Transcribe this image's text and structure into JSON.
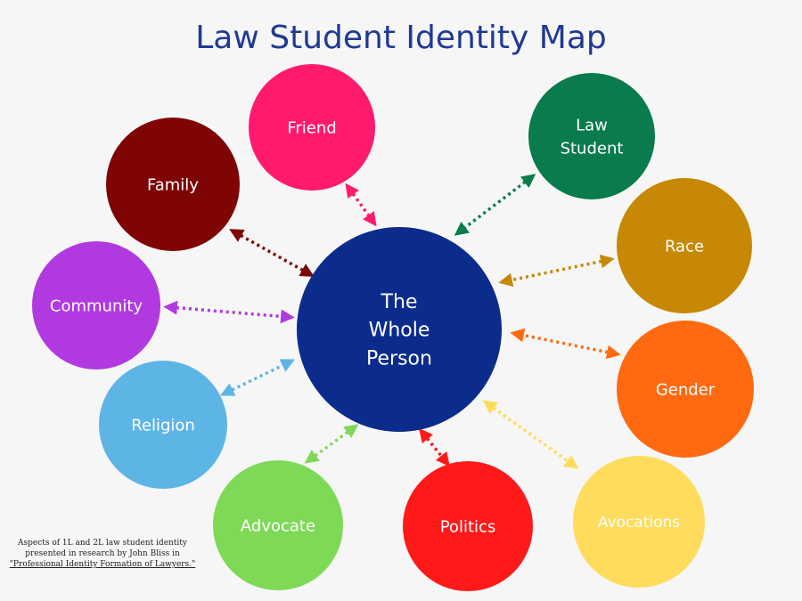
{
  "title": "Law Student Identity Map",
  "center": {
    "lines": [
      "The",
      "Whole",
      "Person"
    ],
    "color": "#0b2c8c"
  },
  "nodes": [
    {
      "id": "friend",
      "lines": [
        "Friend"
      ],
      "color": "#ff1a6e"
    },
    {
      "id": "law-student",
      "lines": [
        "Law",
        "Student"
      ],
      "color": "#097b4c"
    },
    {
      "id": "family",
      "lines": [
        "Family"
      ],
      "color": "#7f0505"
    },
    {
      "id": "race",
      "lines": [
        "Race"
      ],
      "color": "#c68805"
    },
    {
      "id": "community",
      "lines": [
        "Community"
      ],
      "color": "#b03ae0"
    },
    {
      "id": "gender",
      "lines": [
        "Gender"
      ],
      "color": "#ff6a11"
    },
    {
      "id": "religion",
      "lines": [
        "Religion"
      ],
      "color": "#5db5e6"
    },
    {
      "id": "advocate",
      "lines": [
        "Advocate"
      ],
      "color": "#7ed957"
    },
    {
      "id": "politics",
      "lines": [
        "Politics"
      ],
      "color": "#ff1919"
    },
    {
      "id": "avocations",
      "lines": [
        "Avocations"
      ],
      "color": "#ffdc5b"
    }
  ],
  "footnote": {
    "line1": "Aspects of 1L and 2L law student identity",
    "line2": "presented in research by John Bliss in",
    "line3": "\"Professional Identity Formation of Lawyers.\""
  }
}
